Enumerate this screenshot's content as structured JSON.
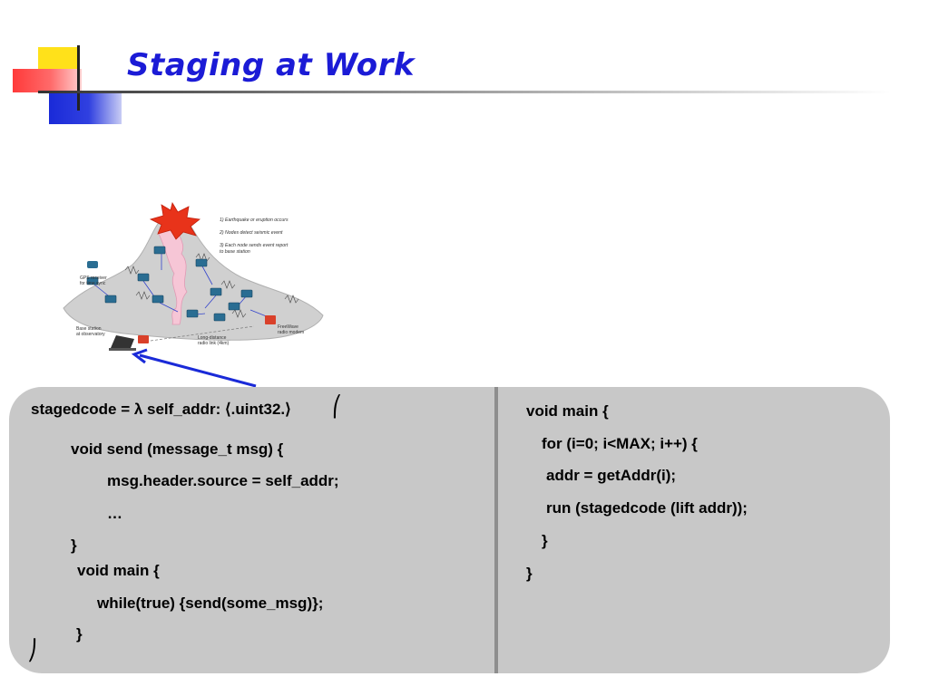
{
  "slide": {
    "title": "Staging at Work"
  },
  "figure": {
    "steps": [
      "1) Earthquake or eruption occurs",
      "2) Nodes detect seismic event",
      "3) Each node sends event report",
      "to base station"
    ],
    "labels": {
      "gps": [
        "GPS receiver",
        "for time sync"
      ],
      "base": [
        "Base station",
        "at observatory"
      ],
      "radio_link": [
        "Long-distance",
        "radio link (4km)"
      ],
      "modem": [
        "FreeWave",
        "radio modem"
      ]
    },
    "colors": {
      "explosion": "#e8331a",
      "volcano": "#d0d0d0",
      "lava": "#f6c6d6",
      "node": "#2a6d92",
      "arrow": "#3344cc"
    }
  },
  "left_code": {
    "lines": [
      "stagedcode = λ self_addr: ⟨.uint32.⟩",
      "void send (message_t msg) {",
      "msg.header.source = self_addr;",
      "…",
      "}",
      "void main {",
      "while(true) {send(some_msg)};",
      "}"
    ],
    "open_bracket": "⎛",
    "close_bracket": "⎠"
  },
  "right_code": {
    "lines": [
      "void main {",
      "for (i=0; i<MAX; i++) {",
      "addr = getAddr(i);",
      "run (stagedcode (lift addr));",
      "}",
      "}"
    ]
  },
  "colors": {
    "title": "#1b1bd6",
    "panel": "#c8c8c8",
    "divider": "#8e8e8e",
    "pointer_arrow": "#1a2ad8"
  }
}
